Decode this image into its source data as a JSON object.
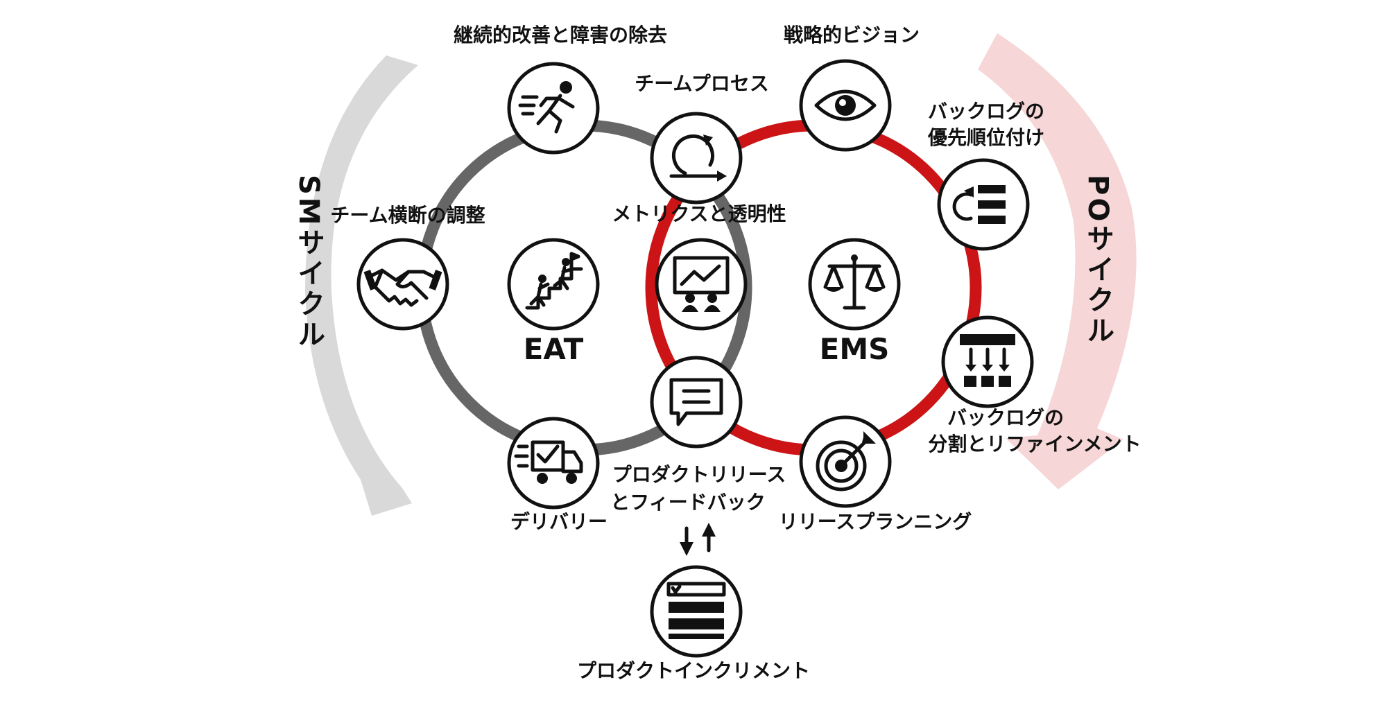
{
  "cycles": {
    "sm": {
      "label": "SMサイクル",
      "color": "#333333",
      "arrow_color": "#d9d9d9"
    },
    "po": {
      "label": "POサイクル",
      "color": "#cc1416",
      "arrow_color": "#f6d6d6"
    }
  },
  "rings": {
    "eat": {
      "label": "EAT",
      "color": "#666666"
    },
    "ems": {
      "label": "EMS",
      "color": "#cc1416"
    }
  },
  "nodes": {
    "continuous_improvement": "継続的改善と障害の除去",
    "team_process": "チームプロセス",
    "strategic_vision": "戦略的ビジョン",
    "backlog_priority": [
      "バックログの",
      "優先順位付け"
    ],
    "cross_team": "チーム横断の調整",
    "metrics": "メトリクスと透明性",
    "backlog_refinement": [
      "バックログの",
      "分割とリファインメント"
    ],
    "delivery": "デリバリー",
    "release_feedback": [
      "プロダクトリリース",
      "とフィードバック"
    ],
    "release_planning": "リリースプランニング",
    "product_increment": "プロダクトインクリメント"
  },
  "icons": {
    "continuous_improvement": "running-person-icon",
    "team_process": "sprint-cycle-icon",
    "strategic_vision": "eye-icon",
    "backlog_priority": "prioritized-list-icon",
    "cross_team": "handshake-icon",
    "eat": "climbing-stairs-icon",
    "metrics": "presentation-chart-icon",
    "ems": "balance-scale-icon",
    "backlog_refinement": "split-backlog-icon",
    "delivery": "delivery-truck-icon",
    "release_feedback": "speech-bubble-icon",
    "release_planning": "target-icon",
    "product_increment": "backlog-stack-icon",
    "exchange": "up-down-arrows-icon"
  }
}
